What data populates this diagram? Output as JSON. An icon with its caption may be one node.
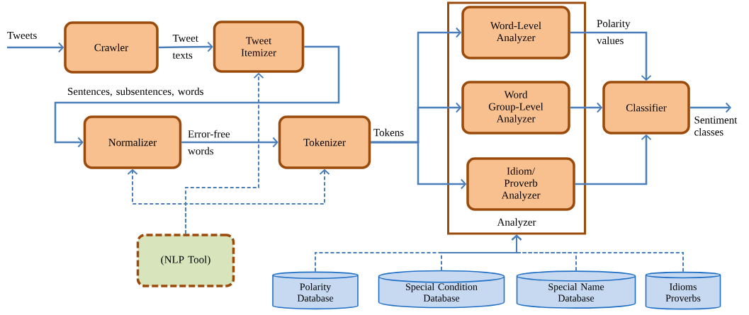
{
  "diagram": {
    "nodes": [
      {
        "text": [
          "Crawler"
        ]
      },
      {
        "text": [
          "Tweet Itemizer"
        ]
      },
      {
        "text": [
          "Normalizer"
        ]
      },
      {
        "text": [
          "Tokenizer"
        ]
      },
      {
        "text": [
          "Analyzer"
        ]
      },
      {
        "text": [
          "Word-Level Analyzer"
        ],
        "in": 4
      },
      {
        "text": [
          "Word Group-Level Analyzer"
        ],
        "in": 4
      },
      {
        "text": [
          "Idiom/ Proverb Analyzer"
        ],
        "in": 4
      },
      {
        "text": [
          "Classifier"
        ]
      },
      {
        "text": [
          "(NLP Tool)"
        ]
      },
      {
        "text": [
          "Polarity Database"
        ]
      },
      {
        "text": [
          "Special Condition Database"
        ]
      },
      {
        "text": [
          "Special Name Database"
        ]
      },
      {
        "text": [
          "Idioms Proverbs"
        ]
      }
    ],
    "edges": [
      {
        "from": null,
        "to": 0,
        "arrow": "to",
        "label": "Tweets"
      },
      {
        "from": 0,
        "to": 1,
        "arrow": "to",
        "label": "Tweet texts"
      },
      {
        "from": 1,
        "to": 2,
        "arrow": "to",
        "label": "Sentences, subsentences, words"
      },
      {
        "from": 2,
        "to": 3,
        "arrow": "to",
        "label": "Error-free words"
      },
      {
        "from": 3,
        "to": 5,
        "arrow": "to"
      },
      {
        "from": 3,
        "to": 6,
        "arrow": "to",
        "label": "Tokens"
      },
      {
        "from": 3,
        "to": 7,
        "arrow": "to"
      },
      {
        "from": 5,
        "to": 8,
        "arrow": "to",
        "label": "Polarity values"
      },
      {
        "from": 6,
        "to": 8,
        "arrow": "to"
      },
      {
        "from": 7,
        "to": 8,
        "arrow": "to"
      },
      {
        "from": 8,
        "to": null,
        "arrow": "to",
        "label": "Sentiment classes"
      },
      {
        "from": 9,
        "to": 1,
        "arrow": "to",
        "style": "dashed"
      },
      {
        "from": 9,
        "to": 2,
        "arrow": "to",
        "style": "dashed"
      },
      {
        "from": 9,
        "to": 3,
        "arrow": "to",
        "style": "dashed"
      },
      {
        "from": 10,
        "to": 4,
        "arrow": "to",
        "style": "dashed"
      },
      {
        "from": 11,
        "to": 4,
        "arrow": "to",
        "style": "dashed"
      },
      {
        "from": 12,
        "to": 4,
        "arrow": "to",
        "style": "dashed"
      },
      {
        "from": 13,
        "to": 4,
        "arrow": "to",
        "style": "dashed"
      }
    ]
  }
}
